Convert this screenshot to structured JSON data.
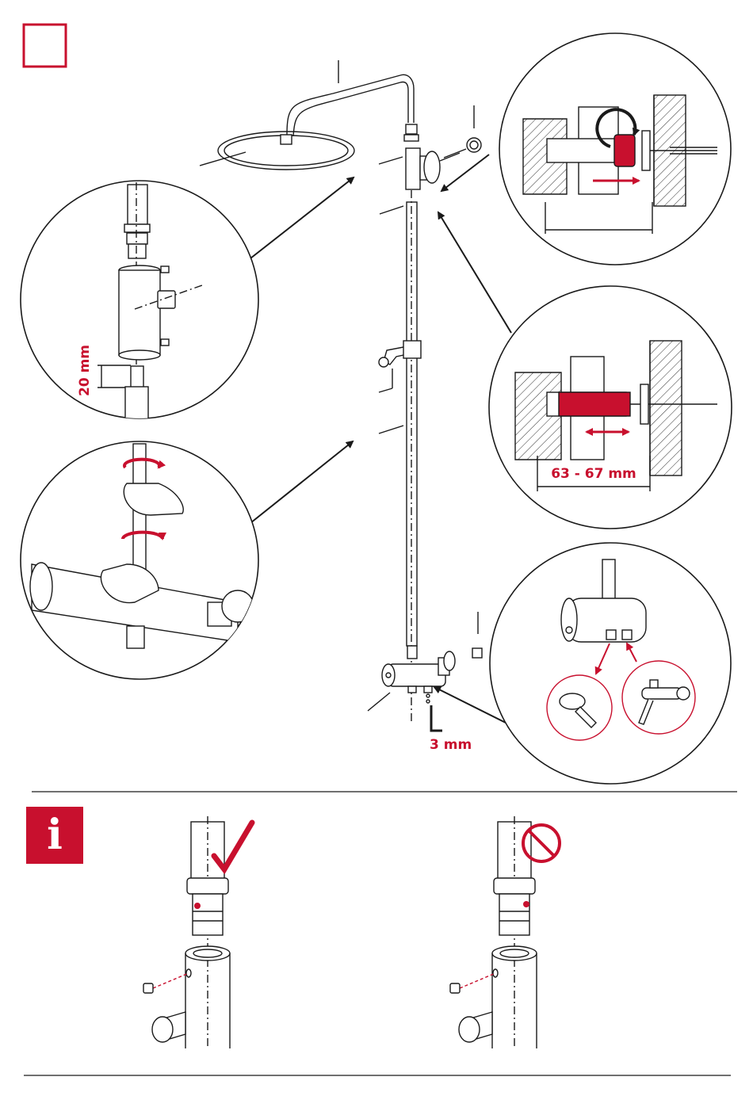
{
  "step_marker": {
    "number": ""
  },
  "labels": {
    "ball_joint_height": "20 mm",
    "bracket_distance": "63 - 67 mm",
    "allen_key_size": "3 mm"
  },
  "info_badge": {
    "glyph": "i",
    "icon": "info-icon"
  },
  "comparison": {
    "correct_icon": "checkmark-icon",
    "incorrect_icon": "prohibited-icon"
  },
  "colors": {
    "accent": "#c8102e",
    "line": "#1a1a1a"
  }
}
